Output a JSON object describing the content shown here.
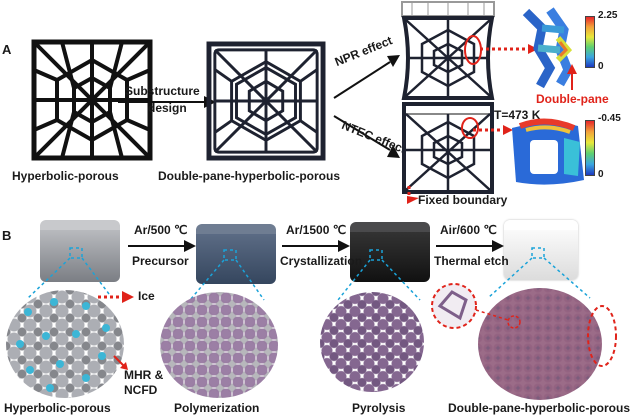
{
  "panelA": {
    "label": "A",
    "hyperbolic": "Hyperbolic-porous",
    "substructure": "Substructure",
    "design": "design",
    "doublepane": "Double-pane-hyperbolic-porous",
    "npr": "NPR effect",
    "ntec": "NTEC effect",
    "temp": "T=473 K",
    "doublepane_callout": "Double-pane",
    "fixed_boundary": "Fixed boundary",
    "scale_top": {
      "max": "2.25",
      "min": "0"
    },
    "scale_bottom": {
      "max": "-0.45",
      "min": "0"
    }
  },
  "panelB": {
    "label": "B",
    "step1": "Ar/500 ℃",
    "step1b": "Precursor",
    "step2": "Ar/1500 ℃",
    "step2b": "Crystallization",
    "step3": "Air/600 ℃",
    "step3b": "Thermal etch",
    "ice": "Ice",
    "mhr1": "MHR &",
    "mhr2": "NCFD",
    "cap1": "Hyperbolic-porous",
    "cap2": "Polymerization",
    "cap3": "Pyrolysis",
    "cap4": "Double-pane-hyperbolic-porous"
  },
  "colors": {
    "accent_red": "#e0231a",
    "dotted_blue": "#1aa3d9",
    "sample_gray": "#8d9096",
    "sample_blue": "#3c4e66",
    "sample_black": "#1d1d1f",
    "sample_white": "#f2f2f2",
    "fiber_gray": "#a8aab0",
    "fiber_purple": "#7e5f8a",
    "ice_blue": "#3cb6d6"
  }
}
